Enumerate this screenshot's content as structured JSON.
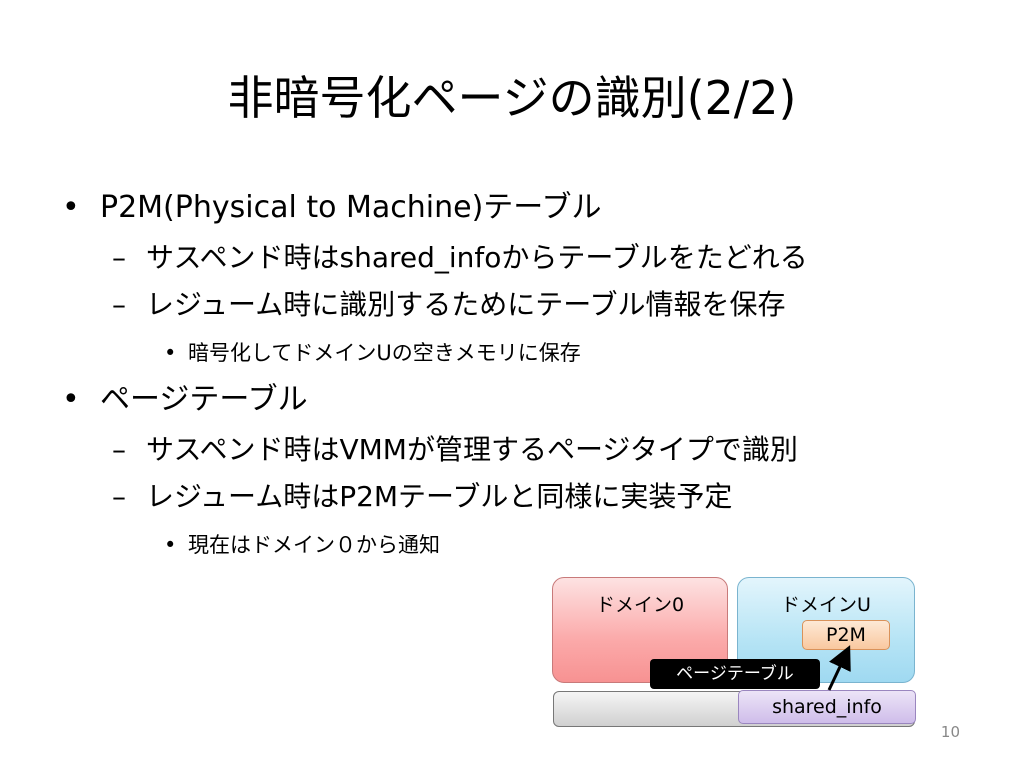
{
  "slide": {
    "title": "非暗号化ページの識別(2/2)",
    "page_number": "10"
  },
  "bullets": [
    {
      "level": 1,
      "marker": "•",
      "text": "P2M(Physical to Machine)テーブル"
    },
    {
      "level": 2,
      "marker": "–",
      "text": "サスペンド時はshared_infoからテーブルをたどれる"
    },
    {
      "level": 2,
      "marker": "–",
      "text": "レジューム時に識別するためにテーブル情報を保存"
    },
    {
      "level": 3,
      "marker": "•",
      "text": "暗号化してドメインUの空きメモリに保存"
    },
    {
      "level": 1,
      "marker": "•",
      "text": "ページテーブル"
    },
    {
      "level": 2,
      "marker": "–",
      "text": "サスペンド時はVMMが管理するページタイプで識別"
    },
    {
      "level": 2,
      "marker": "–",
      "text": "レジューム時はP2Mテーブルと同様に実装予定"
    },
    {
      "level": 3,
      "marker": "•",
      "text": "現在はドメイン０から通知"
    }
  ],
  "diagram": {
    "domain0_label": "ドメイン0",
    "domainU_label": "ドメインU",
    "p2m_label": "P2M",
    "page_table_label": "ページテーブル",
    "shared_info_label": "shared_info",
    "colors": {
      "domain0": "#f79292",
      "domainU": "#9fd9f1",
      "p2m": "#f9c89f",
      "shared_info": "#cfbdea",
      "page_table": "#000000"
    }
  }
}
